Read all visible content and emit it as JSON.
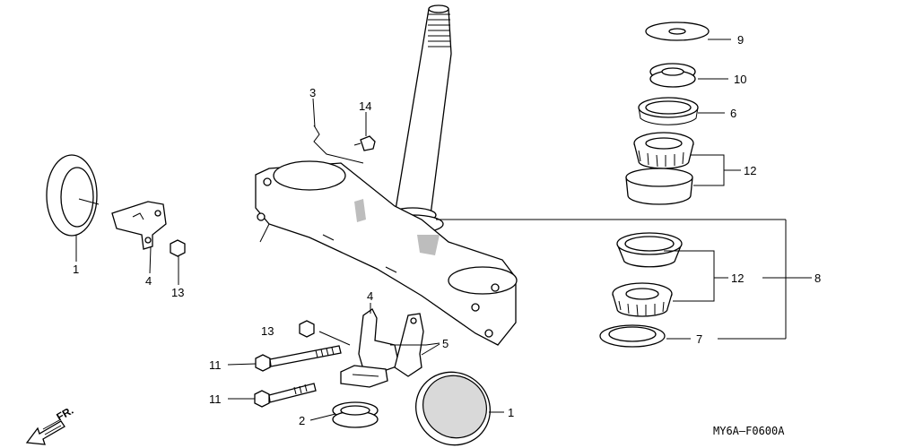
{
  "callouts": {
    "p9": "9",
    "p10": "10",
    "p6": "6",
    "p12a": "12",
    "p12b": "12",
    "p8": "8",
    "p7": "7",
    "p3": "3",
    "p14": "14",
    "p1a": "1",
    "p4a": "4",
    "p13a": "13",
    "p4b": "4",
    "p13b": "13",
    "p5": "5",
    "p11a": "11",
    "p11b": "11",
    "p2": "2",
    "p1b": "1"
  },
  "direction_label": "FR.",
  "diagram_code": "MY6A–F0600A"
}
